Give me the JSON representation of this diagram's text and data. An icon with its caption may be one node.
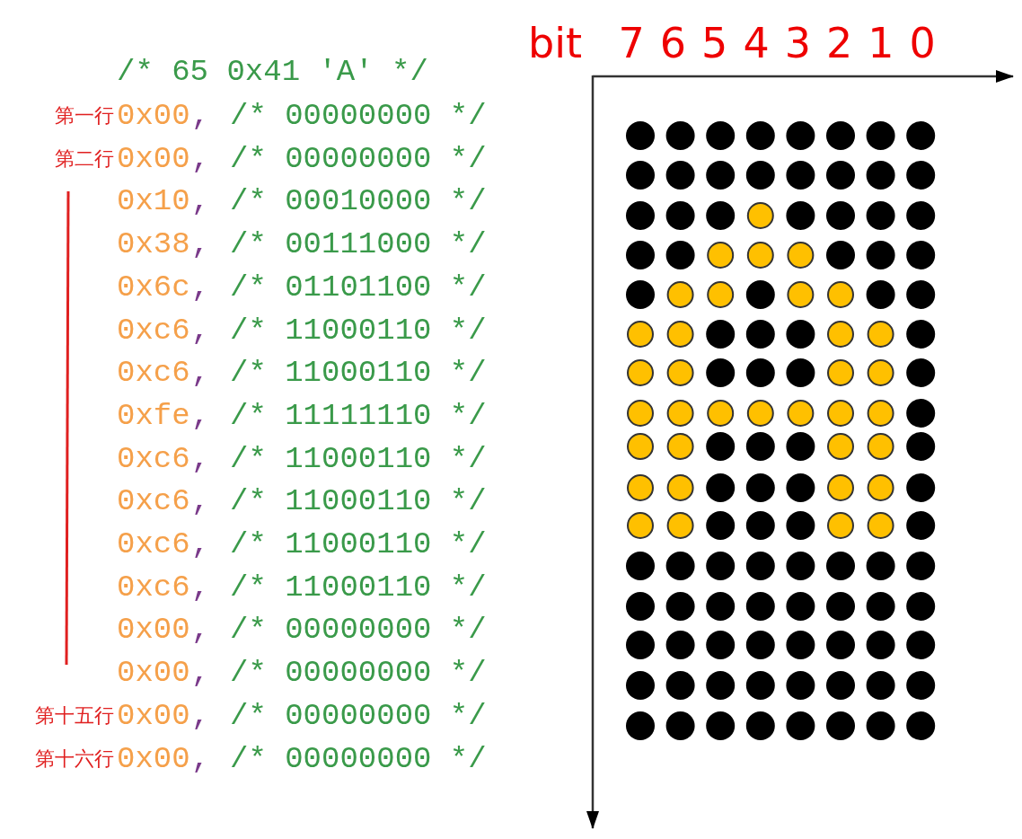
{
  "diagram": {
    "labels": [
      "bit",
      "7",
      "6",
      "5",
      "4",
      "3",
      "2",
      "1",
      "0",
      "/* 65 0x41 'A' */",
      "第一行",
      "0x00",
      ",",
      "/* 00000000 */",
      "第二行",
      "0x00",
      ",",
      "/* 00000000 */",
      "0x10",
      ",",
      "/* 00010000 */",
      "0x38",
      ",",
      "/* 00111000 */",
      "0x6c",
      ",",
      "/* 01101100 */",
      "0xc6",
      ",",
      "/* 11000110 */",
      "0xc6",
      ",",
      "/* 11000110 */",
      "0xfe",
      ",",
      "/* 11111110 */",
      "0xc6",
      ",",
      "/* 11000110 */",
      "0xc6",
      ",",
      "/* 11000110 */",
      "0xc6",
      ",",
      "/* 11000110 */",
      "0xc6",
      ",",
      "/* 11000110 */",
      "0x00",
      ",",
      "/* 00000000 */",
      "0x00",
      ",",
      "/* 00000000 */",
      "第十五行",
      "0x00",
      ",",
      "/* 00000000 */",
      "第十六行",
      "0x00",
      ",",
      "/* 00000000 */"
    ]
  }
}
